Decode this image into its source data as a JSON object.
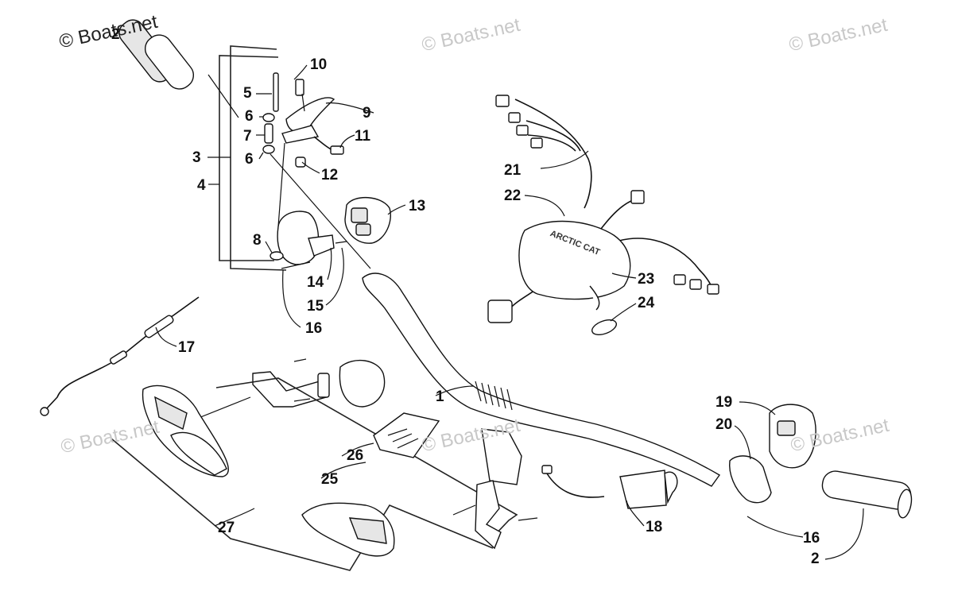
{
  "watermarks": [
    "© Boats.net",
    "© Boats.net",
    "© Boats.net",
    "© Boats.net",
    "© Boats.net",
    "© Boats.net"
  ],
  "callouts": [
    "1",
    "2",
    "2",
    "3",
    "4",
    "5",
    "6",
    "6",
    "7",
    "8",
    "9",
    "10",
    "11",
    "12",
    "13",
    "14",
    "15",
    "16",
    "16",
    "17",
    "18",
    "19",
    "20",
    "21",
    "22",
    "23",
    "24",
    "25",
    "26",
    "27"
  ],
  "decal_text": "ARCTIC CAT"
}
